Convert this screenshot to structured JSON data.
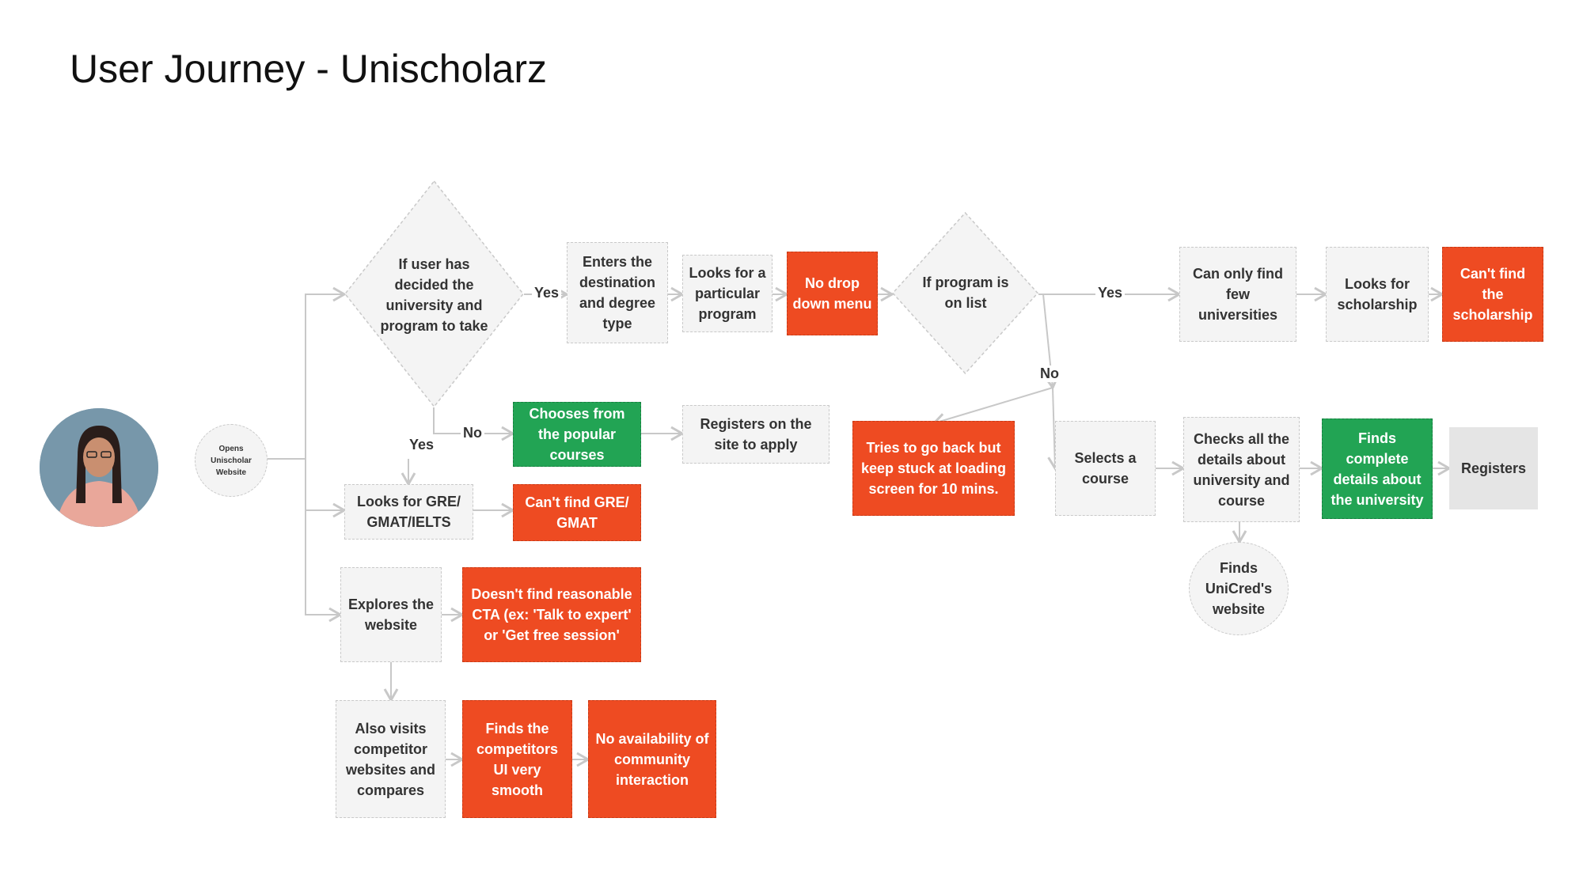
{
  "title": "User Journey - Unischolarz",
  "nodes": {
    "opens": "Opens Unischolar Website",
    "decided": "If user has decided the university and program to take",
    "enters": "Enters the destination and degree type",
    "looks_program": "Looks for a particular program",
    "no_dropdown": "No drop down menu",
    "program_on_list": "If program is on list",
    "few_universities": "Can only find few universities",
    "looks_scholarship": "Looks for scholarship",
    "cant_scholarship": "Can't find the scholarship",
    "chooses_popular": "Chooses from the popular courses",
    "registers_apply": "Registers on the site to apply",
    "looks_gre": "Looks for GRE/ GMAT/IELTS",
    "cant_gre": "Can't find GRE/ GMAT",
    "explores": "Explores the website",
    "no_cta": "Doesn't find reasonable CTA (ex: 'Talk to expert' or 'Get free session'",
    "competitor": "Also visits competitor websites and compares",
    "competitor_smooth": "Finds the competitors UI very smooth",
    "no_community": "No availability of community interaction",
    "stuck_loading": "Tries to go back but keep stuck at loading screen for 10 mins.",
    "selects_course": "Selects a course",
    "checks_details": "Checks all the details about university and course",
    "finds_complete": "Finds complete details about the university",
    "registers": "Registers",
    "unicred": "Finds UniCred's website"
  },
  "edge_labels": {
    "yes_1": "Yes",
    "no_1": "No",
    "yes_2": "Yes",
    "yes_3": "Yes",
    "no_2": "No"
  },
  "colors": {
    "red": "#ee4b22",
    "green": "#22a454",
    "grey": "#f4f4f4",
    "line": "#c8c8c8"
  }
}
